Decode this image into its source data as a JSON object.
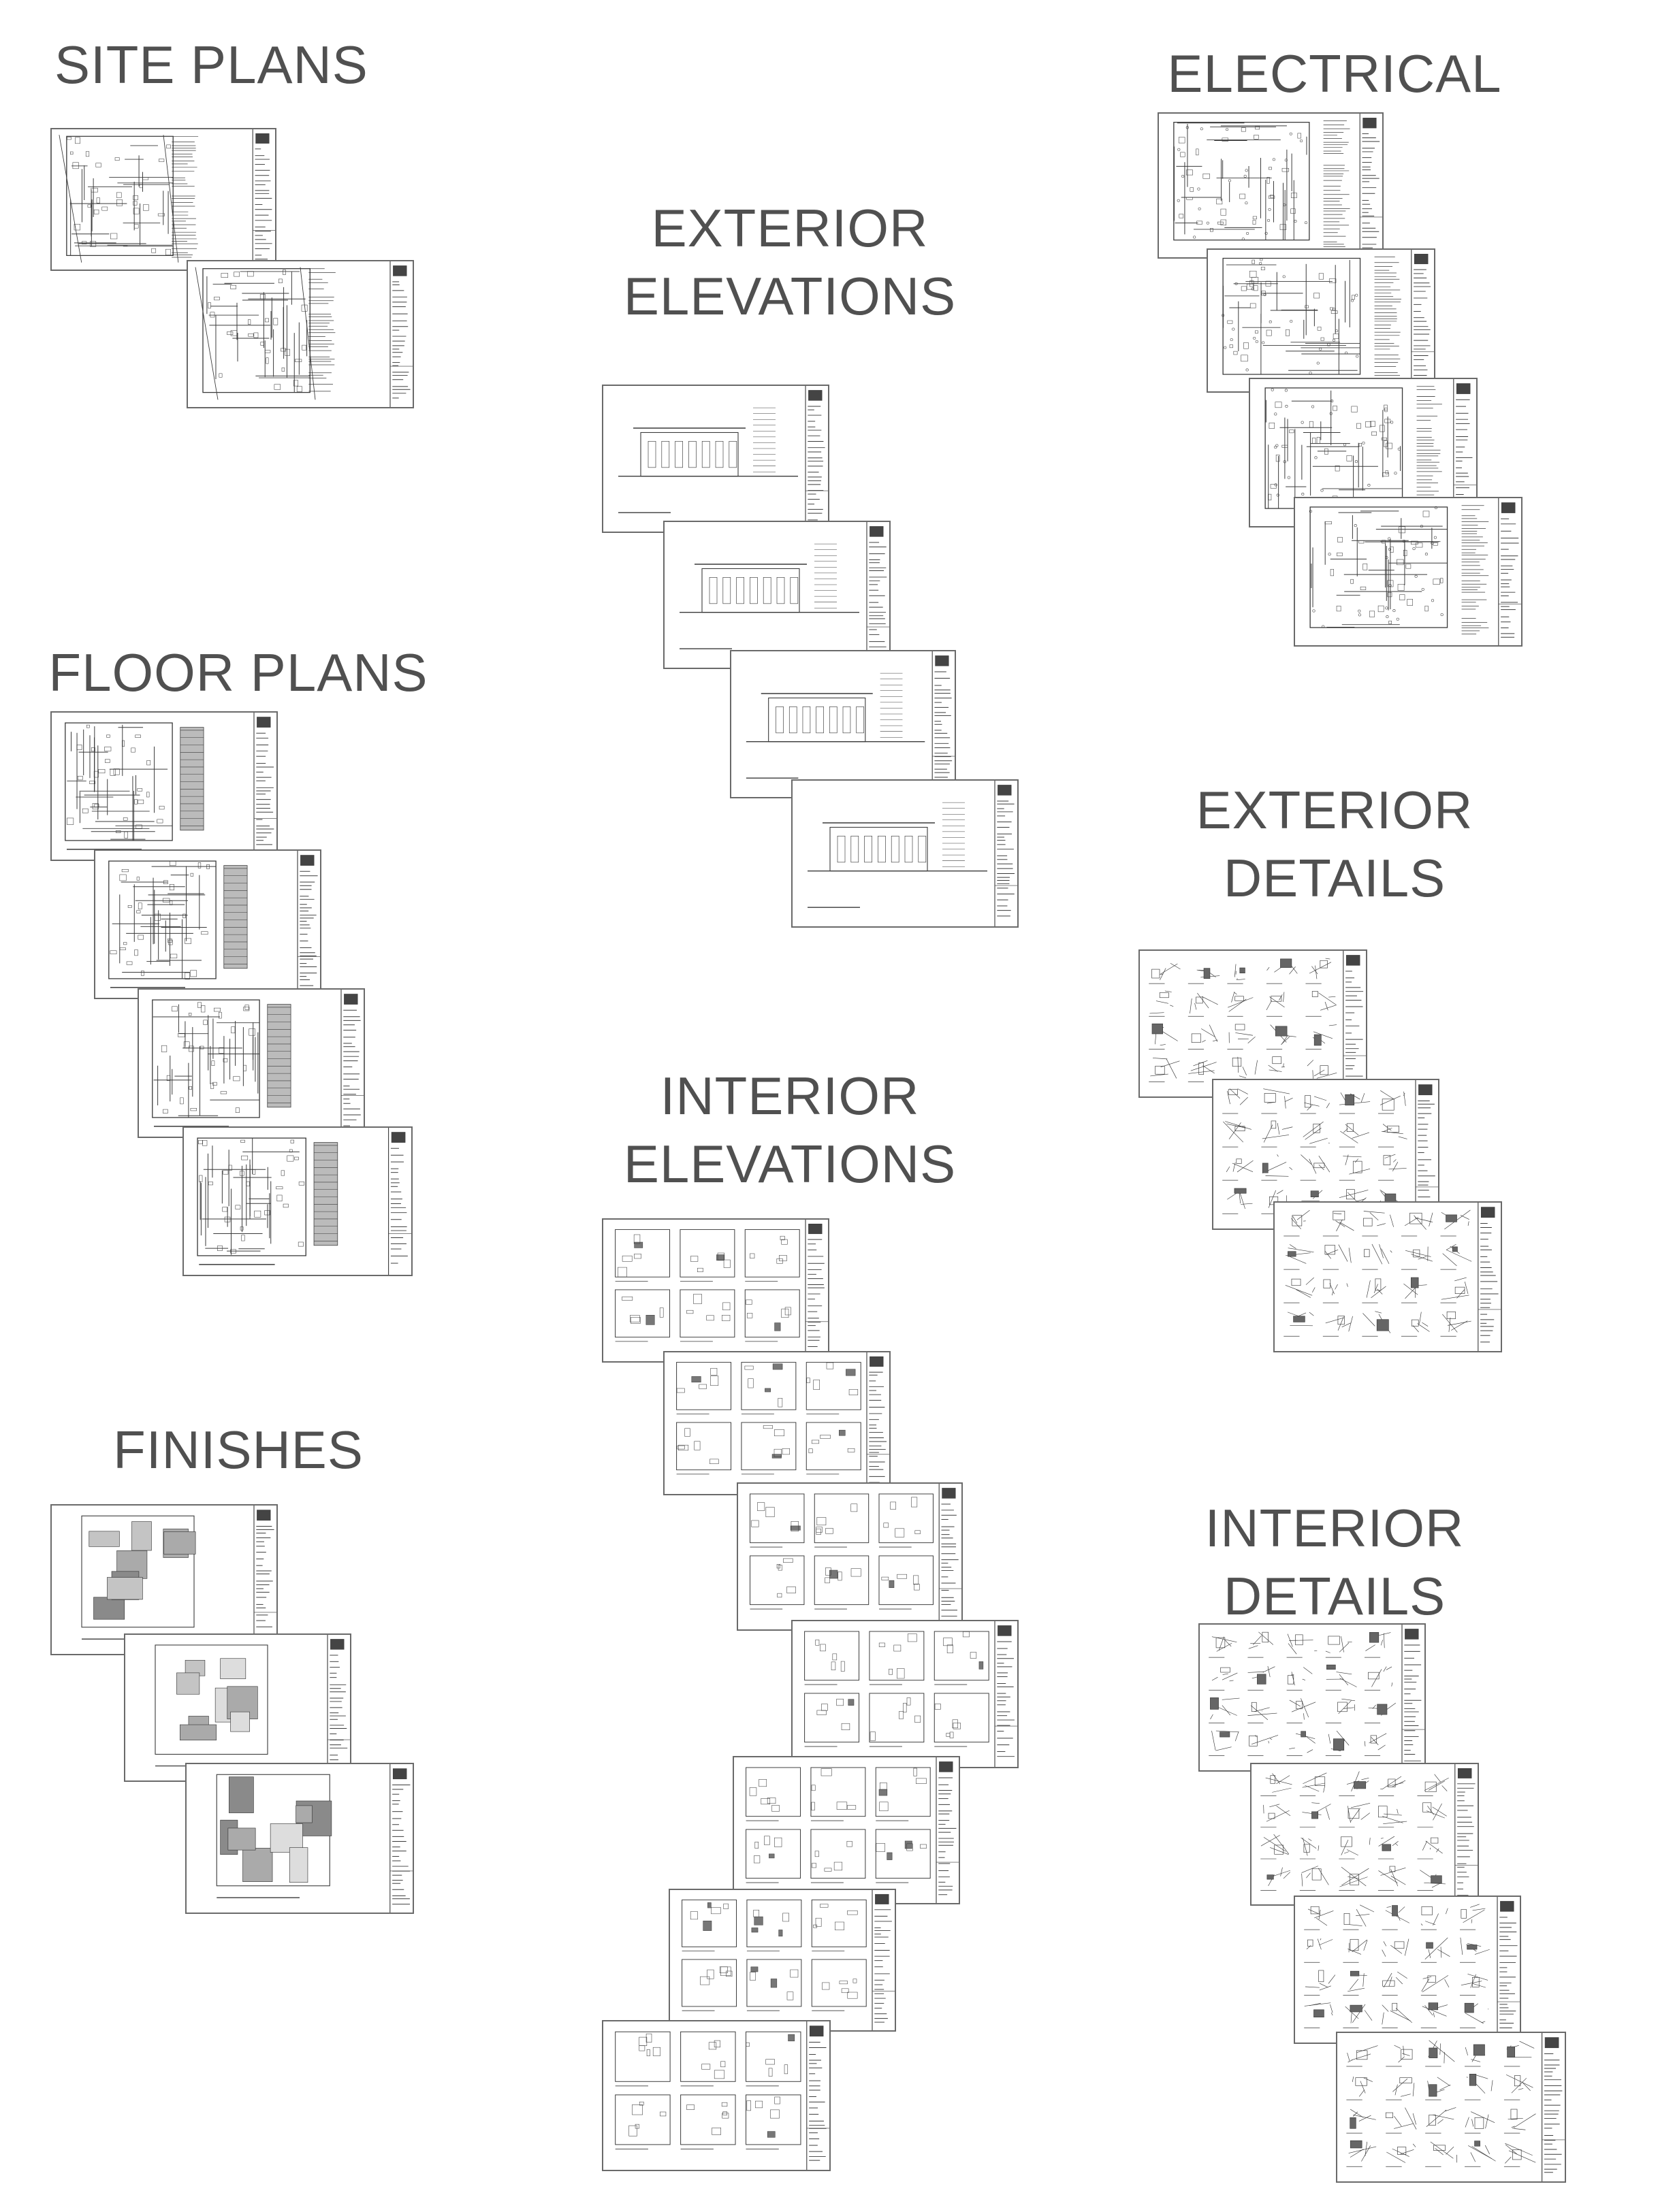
{
  "headings": {
    "site_plans": "SITE PLANS",
    "electrical": "ELECTRICAL",
    "exterior_elevations": [
      "EXTERIOR",
      "ELEVATIONS"
    ],
    "floor_plans": "FLOOR PLANS",
    "exterior_details": [
      "EXTERIOR",
      "DETAILS"
    ],
    "interior_elevations": [
      "INTERIOR",
      "ELEVATIONS"
    ],
    "finishes": "FINISHES",
    "interior_details": [
      "INTERIOR",
      "DETAILS"
    ]
  },
  "sheet_style": {
    "type_by_group": {
      "site-plans": "site",
      "electrical": "electrical",
      "exterior-elevations": "elevation",
      "floor-plans": "plan",
      "exterior-details": "details",
      "interior-elevations": "interior",
      "finishes": "finish",
      "interior-details": "details"
    },
    "line_color": "#3a3a3a",
    "heading_color": "#505050"
  }
}
